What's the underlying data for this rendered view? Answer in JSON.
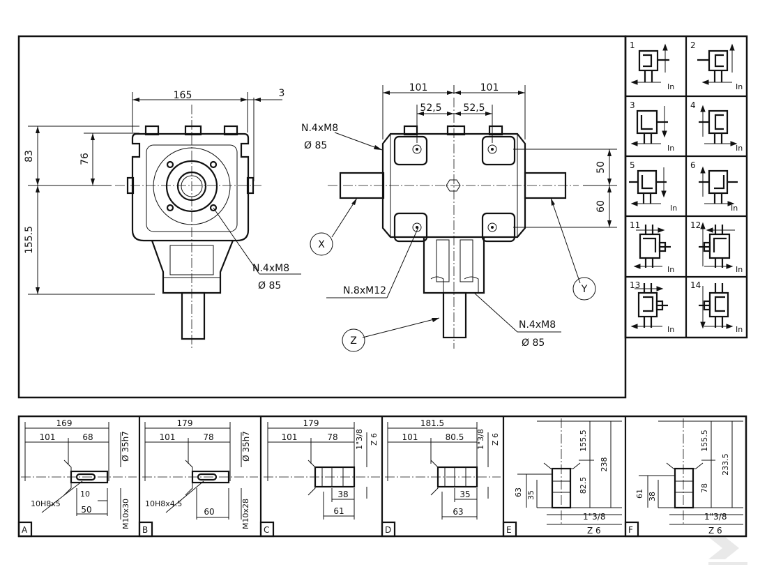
{
  "main_view": {
    "front": {
      "dim_width": "165",
      "dim_offset": "3",
      "dim_height_top": "83",
      "dim_height_76": "76",
      "dim_height_bottom": "155.5",
      "callout_bolt": "N.4xM8",
      "callout_dia": "Ø 85"
    },
    "side": {
      "dim_left": "101",
      "dim_right": "101",
      "dim_left_half": "52,5",
      "dim_right_half": "52,5",
      "dim_upper": "50",
      "dim_lower": "60",
      "callout_top_bolt": "N.4xM8",
      "callout_top_dia": "Ø 85",
      "callout_base": "N.8xM12",
      "callout_bottom_bolt": "N.4xM8",
      "callout_bottom_dia": "Ø 85",
      "label_x": "X",
      "label_y": "Y",
      "label_z": "Z"
    }
  },
  "configurations": [
    {
      "num": "1",
      "tag": "In"
    },
    {
      "num": "2",
      "tag": "In"
    },
    {
      "num": "3",
      "tag": "In"
    },
    {
      "num": "4",
      "tag": "In"
    },
    {
      "num": "5",
      "tag": "In"
    },
    {
      "num": "6",
      "tag": "In"
    },
    {
      "num": "11",
      "tag": "In"
    },
    {
      "num": "12",
      "tag": "In"
    },
    {
      "num": "13",
      "tag": "In"
    },
    {
      "num": "14",
      "tag": "In"
    }
  ],
  "shaft_variants": {
    "A": {
      "letter": "A",
      "total": "169",
      "d1": "101",
      "d2": "68",
      "dia": "Ø 35h7",
      "key": "10H8x5",
      "d3": "10",
      "d4": "50",
      "thread": "M10x30"
    },
    "B": {
      "letter": "B",
      "total": "179",
      "d1": "101",
      "d2": "78",
      "dia": "Ø 35h7",
      "key": "10H8x4.5",
      "d4": "60",
      "thread": "M10x28"
    },
    "C": {
      "letter": "C",
      "total": "179",
      "d1": "101",
      "d2": "78",
      "spline": "1\"3/8",
      "z": "Z 6",
      "d3": "38",
      "d4": "61"
    },
    "D": {
      "letter": "D",
      "total": "181.5",
      "d1": "101",
      "d2": "80.5",
      "spline": "1\"3/8",
      "z": "Z 6",
      "d3": "35",
      "d4": "63"
    },
    "E": {
      "letter": "E",
      "h1": "155.5",
      "h2": "238",
      "h3": "82.5",
      "h4": "63",
      "h5": "35",
      "spline": "1\"3/8",
      "z": "Z 6"
    },
    "F": {
      "letter": "F",
      "h1": "155.5",
      "h2": "233.5",
      "h3": "78",
      "h4": "61",
      "h5": "38",
      "spline": "1\"3/8",
      "z": "Z 6"
    }
  }
}
